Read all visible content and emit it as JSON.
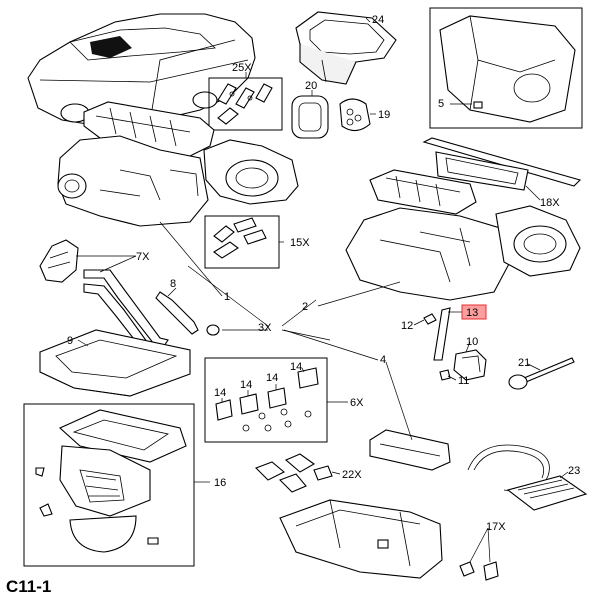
{
  "figure": {
    "code": "C11-1",
    "highlighted_callout": "13"
  },
  "callouts": {
    "c1": "1",
    "c2": "2",
    "c3": "3X",
    "c4": "4",
    "c5": "5",
    "c6": "6X",
    "c7": "7X",
    "c8": "8",
    "c9": "9",
    "c10": "10",
    "c11": "11",
    "c12": "12",
    "c13": "13",
    "c14a": "14",
    "c14b": "14",
    "c14c": "14",
    "c14d": "14",
    "c15": "15X",
    "c16": "16",
    "c17": "17X",
    "c18": "18X",
    "c19": "19",
    "c20": "20",
    "c21": "21",
    "c22": "22X",
    "c23": "23",
    "c24": "24",
    "c25": "25X"
  }
}
